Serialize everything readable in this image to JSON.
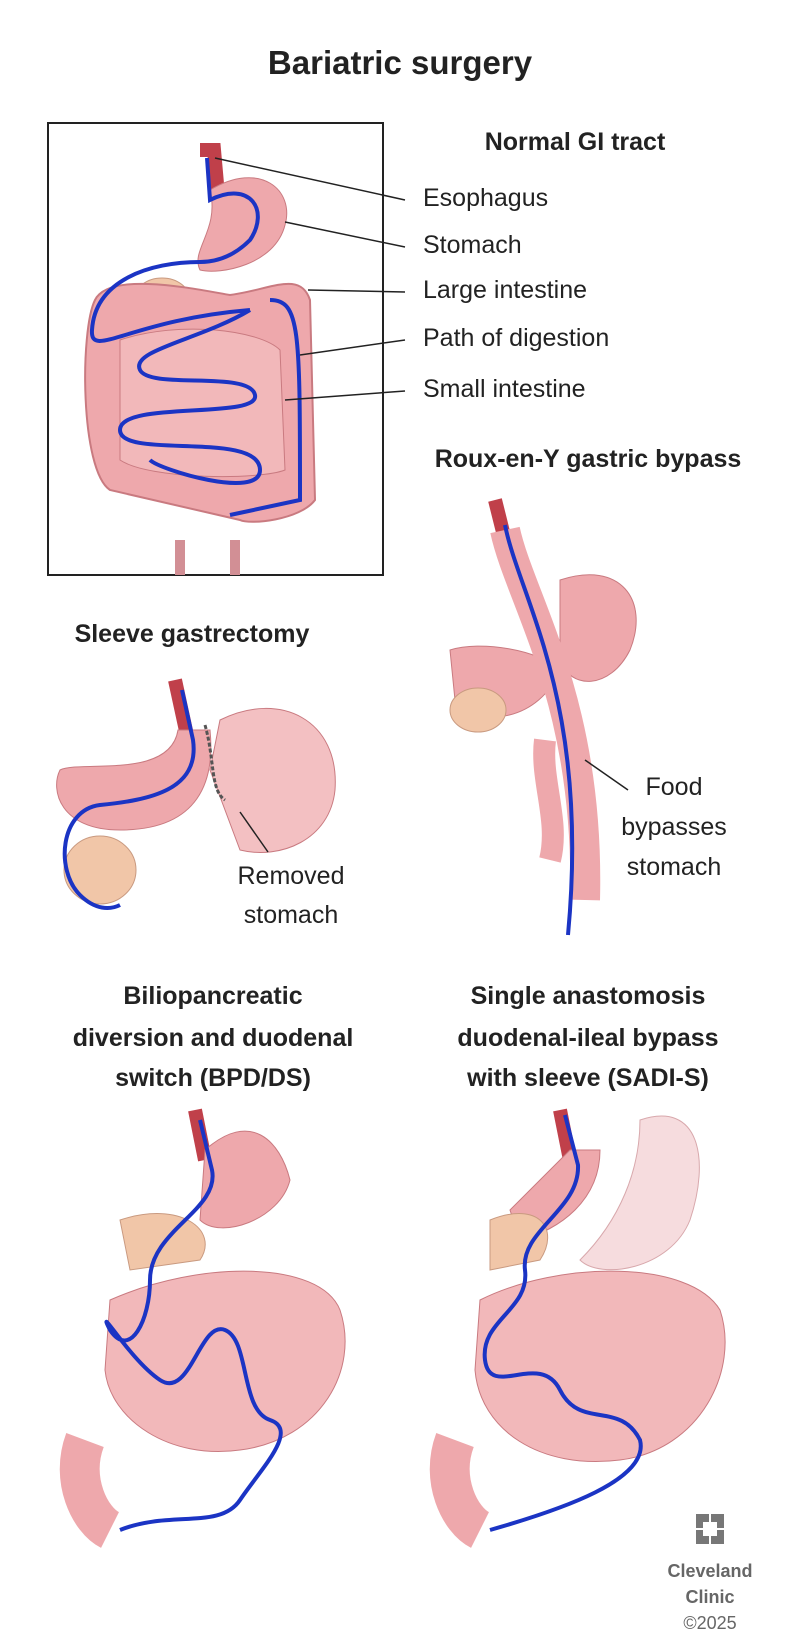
{
  "title": "Bariatric surgery",
  "normal": {
    "heading": "Normal GI tract",
    "labels": [
      "Esophagus",
      "Stomach",
      "Large intestine",
      "Path of digestion",
      "Small intestine"
    ]
  },
  "roux": {
    "heading": "Roux-en-Y gastric bypass",
    "note": [
      "Food",
      "bypasses",
      "stomach"
    ]
  },
  "sleeve": {
    "heading": "Sleeve gastrectomy",
    "note": [
      "Removed",
      "stomach"
    ]
  },
  "bpd": {
    "heading": [
      "Biliopancreatic",
      "diversion and duodenal",
      "switch (BPD/DS)"
    ]
  },
  "sadi": {
    "heading": [
      "Single anastomosis",
      "duodenal-ileal bypass",
      "with sleeve (SADI-S)"
    ]
  },
  "logo": {
    "name": [
      "Cleveland",
      "Clinic"
    ],
    "copyright": "©2025"
  },
  "colors": {
    "organ": "#eea8ac",
    "organ_dark": "#c97a80",
    "path": "#1b34c4",
    "text": "#222222",
    "logo": "#777777"
  }
}
